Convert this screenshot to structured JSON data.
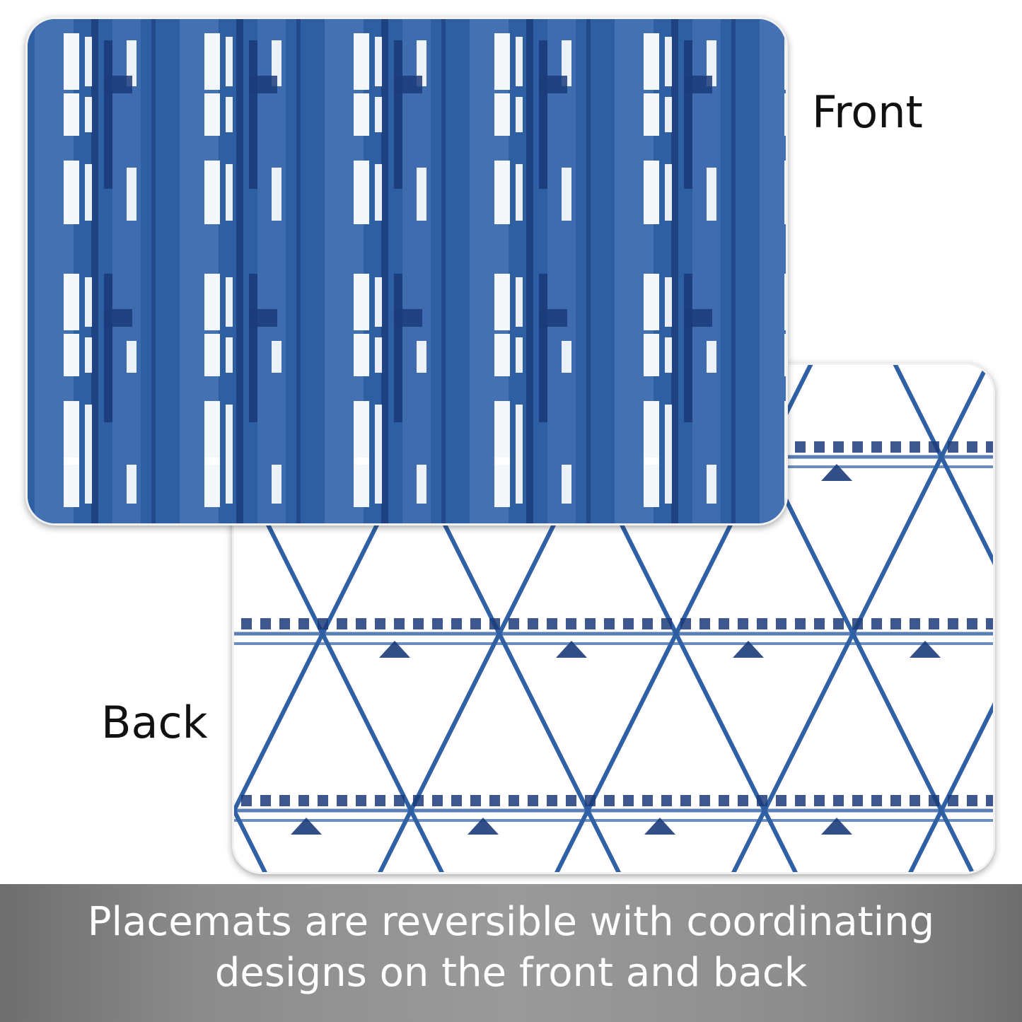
{
  "labels": {
    "front": "Front",
    "back": "Back"
  },
  "caption": {
    "line1": "Placemats are reversible with coordinating",
    "line2": "designs on the front and back"
  },
  "colors": {
    "indigo_dark": "#1c3b7a",
    "indigo": "#2f5fa3",
    "indigo_light": "#5f88c4",
    "caption_band": "#8c8c8c",
    "caption_text": "#ffffff"
  }
}
